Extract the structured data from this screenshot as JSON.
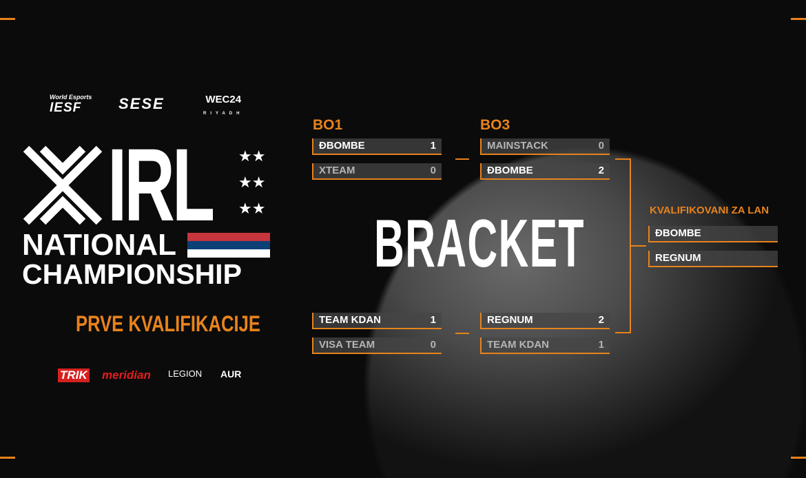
{
  "partners_top": [
    "World Esports",
    "IESF",
    "SESE",
    "WEC24",
    "RIYADH"
  ],
  "event": {
    "logo_text": "IRL",
    "line1": "NATIONAL",
    "line2": "CHAMPIONSHIP",
    "subtitle": "PRVE KVALIFIKACIJE"
  },
  "sponsors": [
    "TRIK",
    "meridian",
    "LEGION",
    "AUR"
  ],
  "title": "BRACKET",
  "bo1_label": "BO1",
  "bo3_label": "BO3",
  "bo1": [
    [
      {
        "team": "ĐBOMBE",
        "score": "1"
      },
      {
        "team": "XTEAM",
        "score": "0"
      }
    ],
    [
      {
        "team": "TEAM KDAN",
        "score": "1"
      },
      {
        "team": "VISA TEAM",
        "score": "0"
      }
    ]
  ],
  "bo3": [
    [
      {
        "team": "MAINSTACK",
        "score": "0"
      },
      {
        "team": "ĐBOMBE",
        "score": "2"
      }
    ],
    [
      {
        "team": "REGNUM",
        "score": "2"
      },
      {
        "team": "TEAM KDAN",
        "score": "1"
      }
    ]
  ],
  "qualified": {
    "label": "KVALIFIKOVANI ZA LAN",
    "teams": [
      "ĐBOMBE",
      "REGNUM"
    ]
  },
  "colors": {
    "accent": "#e8831c",
    "flag": [
      "#c6363c",
      "#0c4076",
      "#ffffff"
    ]
  }
}
